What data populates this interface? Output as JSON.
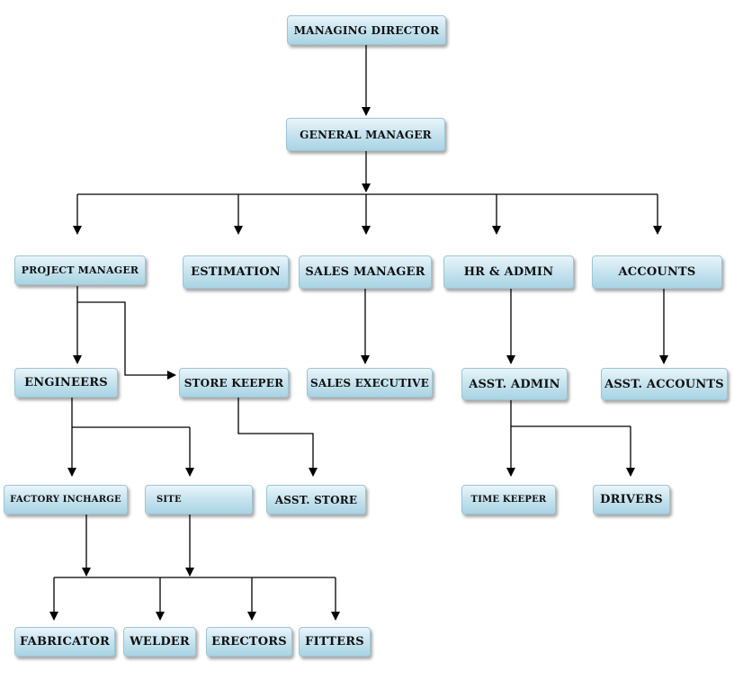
{
  "nodes": {
    "managing_director": "MANAGING DIRECTOR",
    "general_manager": "GENERAL MANAGER",
    "project_manager": "PROJECT MANAGER",
    "estimation": "ESTIMATION",
    "sales_manager": "SALES MANAGER",
    "hr_admin": "HR & ADMIN",
    "accounts": "ACCOUNTS",
    "engineers": "ENGINEERS",
    "store_keeper": "STORE KEEPER",
    "sales_executive": "SALES EXECUTIVE",
    "asst_admin": "ASST. ADMIN",
    "asst_accounts": "ASST. ACCOUNTS",
    "factory_incharge": "FACTORY INCHARGE",
    "site": "SITE",
    "asst_store": "ASST. STORE",
    "time_keeper": "TIME KEEPER",
    "drivers": "DRIVERS",
    "fabricator": "FABRICATOR",
    "welder": "WELDER",
    "erectors": "ERECTORS",
    "fitters": "FITTERS"
  },
  "colors": {
    "node_fill_top": "#e9f5fa",
    "node_fill_bottom": "#a9d3e3",
    "connector": "#000000"
  }
}
